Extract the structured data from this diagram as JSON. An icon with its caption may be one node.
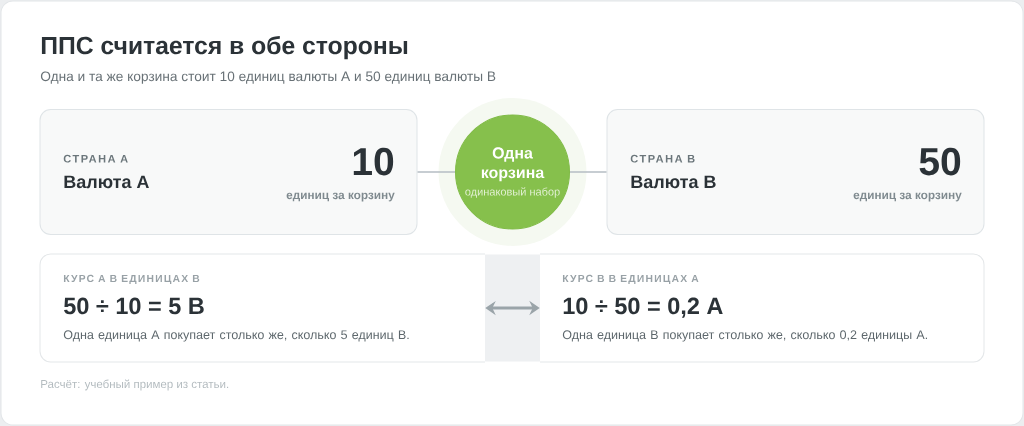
{
  "diagram": {
    "title": "ППС считается в обе стороны",
    "nodes": [
      {
        "text": [
          "СТРАНА A",
          "Валюта A",
          "10",
          "единиц за корзину"
        ]
      },
      {
        "text": [
          "Одна корзина",
          "одинаковый набор"
        ]
      },
      {
        "text": [
          "СТРАНА B",
          "Валюта B",
          "50",
          "единиц за корзину"
        ]
      },
      {
        "text": [
          "КУРС A В ЕДИНИЦАХ B",
          "50 ÷ 10 = 5 B",
          "Одна единица A покупает столько же, сколько 5 единиц B."
        ]
      },
      {
        "text": [
          "КУРС B В ЕДИНИЦАХ A",
          "10 ÷ 50 = 0,2 A",
          "Одна единица B покупает столько же, сколько 0,2 единицы A."
        ]
      }
    ],
    "edges": [
      {
        "from": 0,
        "to": 1,
        "arrow": "none"
      },
      {
        "from": 1,
        "to": 2,
        "arrow": "none"
      },
      {
        "from": 3,
        "to": 4,
        "arrow": "both",
        "style": "thick",
        "color": "#9aa4a9"
      }
    ],
    "labels": [
      "Одна и та же корзина стоит 10 единиц валюты A и 50 единиц валюты B"
    ],
    "caption": "Расчёт: учебный пример из статьи."
  }
}
